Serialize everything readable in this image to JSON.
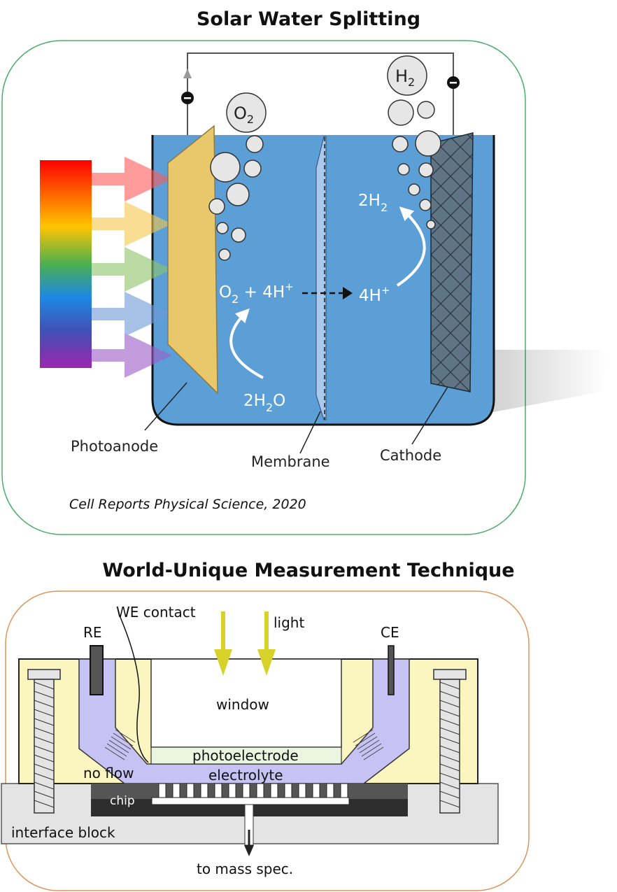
{
  "panel1": {
    "title": "Solar Water Splitting",
    "labels": {
      "photoanode": "Photoanode",
      "membrane": "Membrane",
      "cathode": "Cathode"
    },
    "species": {
      "o2_bubble": "O",
      "o2_bubble_sub": "2",
      "h2_bubble": "H",
      "h2_bubble_sub": "2",
      "anode_products": [
        "O",
        "2",
        " + 4H",
        "+"
      ],
      "cathode_reactant": [
        "4H",
        "+"
      ],
      "cathode_product": [
        "2H",
        "2"
      ],
      "water": [
        "2H",
        "2",
        "O"
      ]
    },
    "citation": "Cell Reports Physical Science, 2020",
    "colors": {
      "border": "#4caf6a",
      "electrolyte": "#5b9fd6",
      "photoanode": "#e8c86a",
      "cathode": "#5f7484"
    }
  },
  "panel2": {
    "title": "World-Unique Measurement Technique",
    "labels": {
      "we_contact": "WE contact",
      "light": "light",
      "re": "RE",
      "ce": "CE",
      "window": "window",
      "photoelectrode": "photoelectrode",
      "no_flow": "no flow",
      "electrolyte": "electrolyte",
      "chip": "chip",
      "interface_block": "interface block",
      "to_mass_spec": "to mass spec."
    },
    "colors": {
      "border": "#e0945a",
      "housing": "#fbf6c0",
      "electrolyte": "#c7c2f4",
      "light_arrow": "#d6d22a",
      "interface_block": "#e4e4e4",
      "chip": "#2e2e2e"
    }
  }
}
